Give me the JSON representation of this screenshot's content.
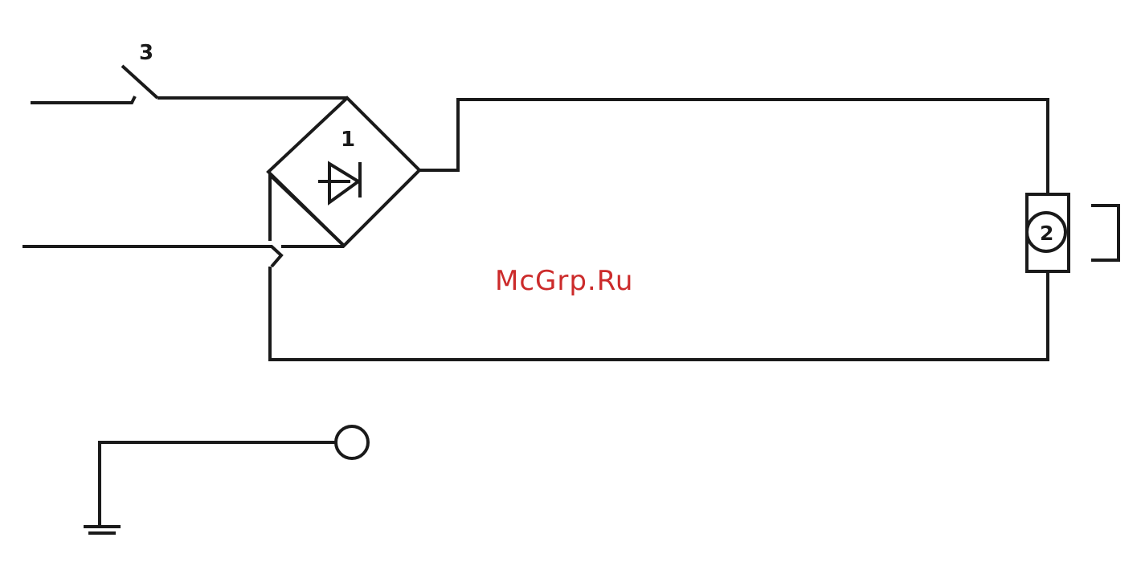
{
  "labels": {
    "bridge": "1",
    "lamp": "2",
    "switch": "3"
  },
  "watermark": "McGrp.Ru",
  "colors": {
    "line": "#1a1a1a",
    "watermark": "#cc2b2b",
    "background": "#ffffff"
  }
}
